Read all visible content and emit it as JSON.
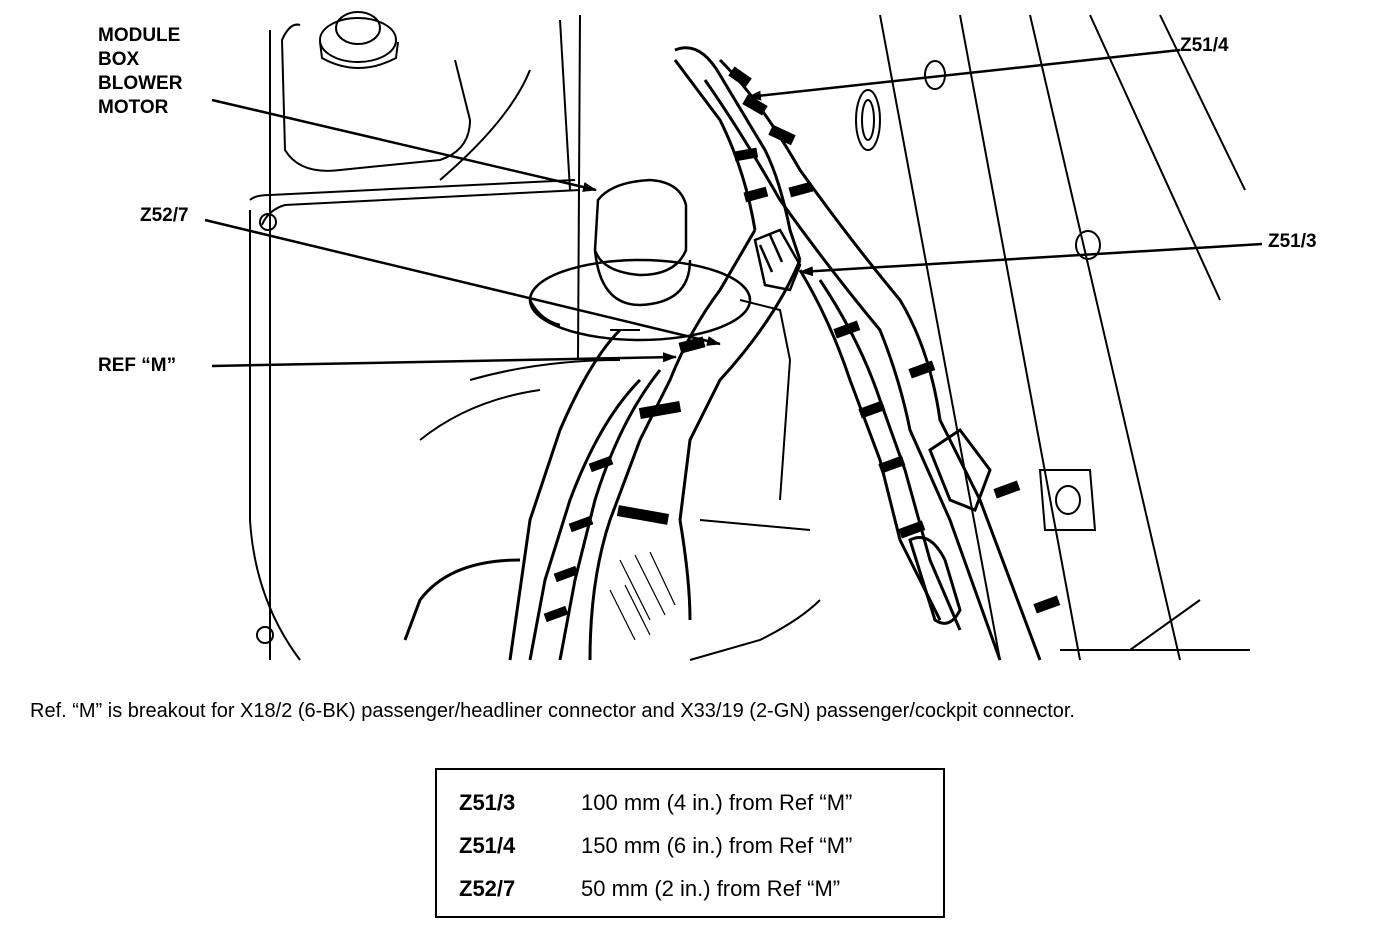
{
  "callouts": {
    "module_box_lines": [
      "MODULE",
      "BOX",
      "BLOWER",
      "MOTOR"
    ],
    "z52_7": "Z52/7",
    "ref_m": "REF “M”",
    "z51_4": "Z51/4",
    "z51_3": "Z51/3"
  },
  "caption": "Ref. “M”  is breakout for X18/2 (6-BK) passenger/headliner connector and X33/19 (2-GN) passenger/cockpit connector.",
  "spec_table": {
    "rows": [
      {
        "code": "Z51/3",
        "desc": "100 mm (4 in.) from Ref “M”"
      },
      {
        "code": "Z51/4",
        "desc": "150 mm (6 in.) from Ref “M”"
      },
      {
        "code": "Z52/7",
        "desc": "50 mm (2 in.) from Ref “M”"
      }
    ]
  },
  "colors": {
    "ink": "#000000",
    "paper": "#ffffff"
  }
}
